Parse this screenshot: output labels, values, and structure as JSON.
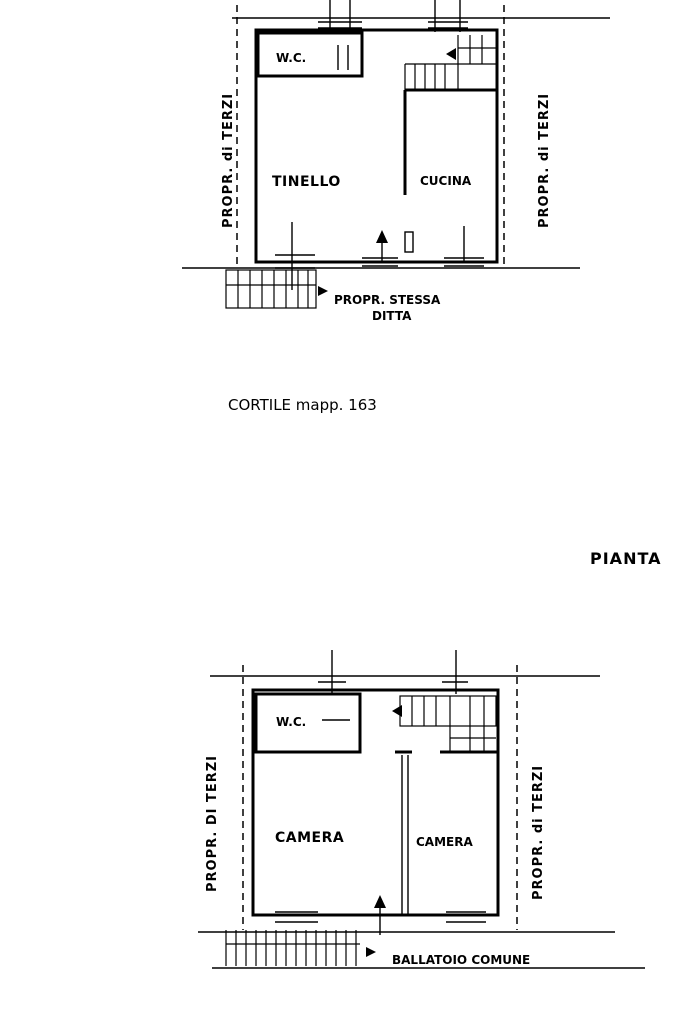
{
  "ground_floor": {
    "wc": "W.C.",
    "tinello": "TINELLO",
    "cucina": "CUCINA",
    "prop_left": "PROPR. di TERZI",
    "prop_right": "PROPR. di TERZI",
    "prop_same_line1": "PROPR. STESSA",
    "prop_same_line2": "DITTA"
  },
  "cortile": "CORTILE mapp. 163",
  "pianta": "PIANTA",
  "first_floor": {
    "wc": "W.C.",
    "camera_left": "CAMERA",
    "camera_right": "CAMERA",
    "prop_left": "PROPR. DI TERZI",
    "prop_right": "PROPR. di TERZI",
    "ballatoio": "BALLATOIO COMUNE"
  }
}
